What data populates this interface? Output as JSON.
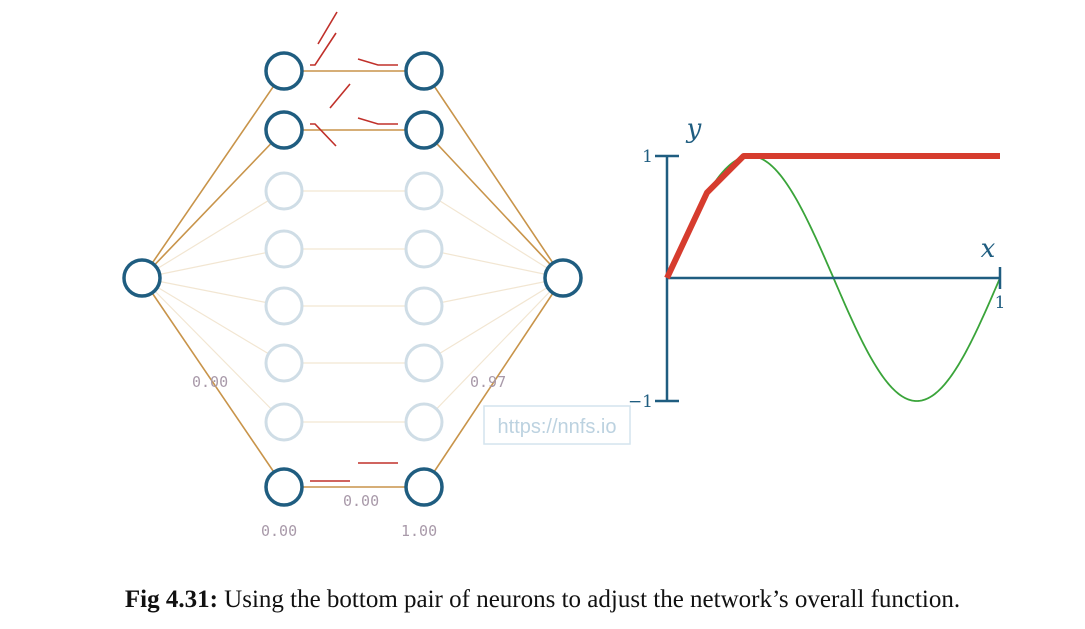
{
  "network": {
    "labels": {
      "left_weight": "0.00",
      "right_weight": "0.97",
      "bottom_weight": "0.00",
      "bias_left": "0.00",
      "bias_right": "1.00"
    },
    "watermark": "https://nnfs.io",
    "colors": {
      "active_node": "#1f5d80",
      "faded_node": "#cfdde6",
      "active_edge": "#c8944a",
      "faded_edge": "#f2e6d2",
      "indicator": "#c0302a",
      "label": "#a99aaa"
    },
    "hidden_layer_count": 2,
    "nodes_per_layer": 8,
    "active_rows": [
      0,
      1,
      7
    ]
  },
  "chart_data": {
    "type": "line",
    "xlabel": "x",
    "ylabel": "y",
    "xlim": [
      0,
      1
    ],
    "ylim": [
      -1,
      1
    ],
    "x_ticks": [
      "1"
    ],
    "y_ticks": [
      "1",
      "−1"
    ],
    "grid": false,
    "series": [
      {
        "role": "network-output",
        "color": "#d63c2e",
        "points": [
          [
            0,
            0
          ],
          [
            0.12,
            0.7
          ],
          [
            0.23,
            1.0
          ],
          [
            1.0,
            1.0
          ]
        ]
      },
      {
        "role": "target-sine",
        "color": "#3aa43a",
        "function": "sin(2πx)"
      }
    ]
  },
  "caption": {
    "label": "Fig 4.31:",
    "text": " Using the bottom pair of neurons to adjust the network’s overall function."
  }
}
